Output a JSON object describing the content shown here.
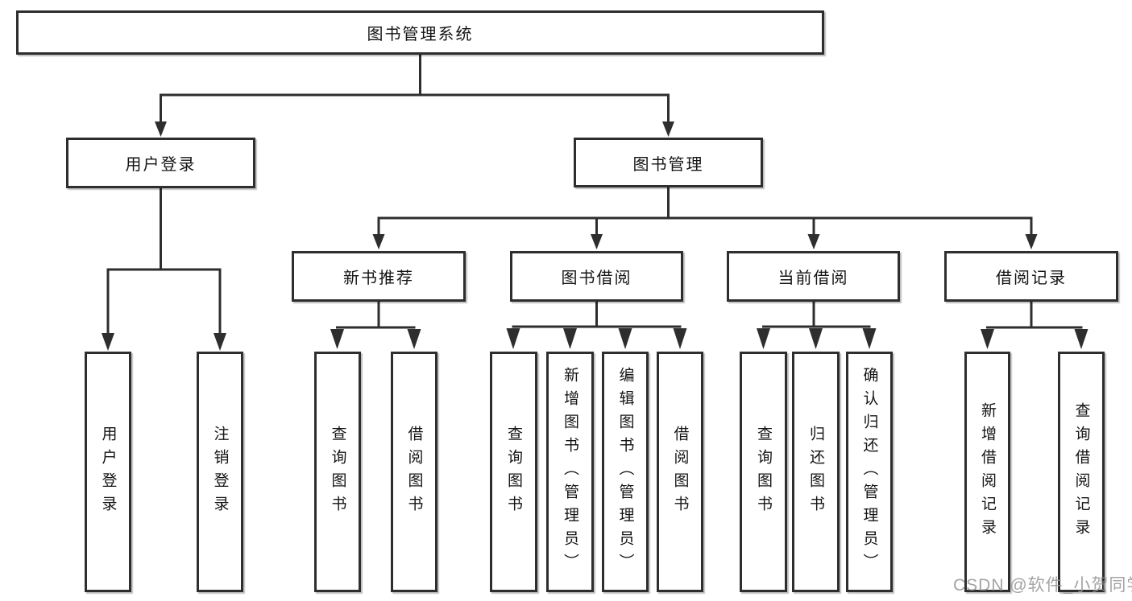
{
  "title": "图书管理系统",
  "colors": {
    "background": "#ffffff",
    "box_border": "#2e2e2e",
    "connector_line": "#2e2e2e",
    "text": "#141414",
    "watermark": "#949494"
  },
  "tree": {
    "root": {
      "label": "图书管理系统"
    },
    "level2": [
      {
        "label": "用户登录"
      },
      {
        "label": "图书管理"
      }
    ],
    "level3": [
      {
        "label": "新书推荐"
      },
      {
        "label": "图书借阅"
      },
      {
        "label": "当前借阅"
      },
      {
        "label": "借阅记录"
      }
    ],
    "leaves": {
      "login": [
        "用户登录",
        "注销登录"
      ],
      "recommend": [
        "查询图书",
        "借阅图书"
      ],
      "borrow": [
        "查询图书",
        "新增图书（管理员）",
        "编辑图书（管理员）",
        "借阅图书"
      ],
      "current": [
        "查询图书",
        "归还图书",
        "确认归还（管理员）"
      ],
      "records": [
        "新增借阅记录",
        "查询借阅记录"
      ]
    }
  },
  "watermark": {
    "text": "CSDN @软件_小贺同学"
  }
}
